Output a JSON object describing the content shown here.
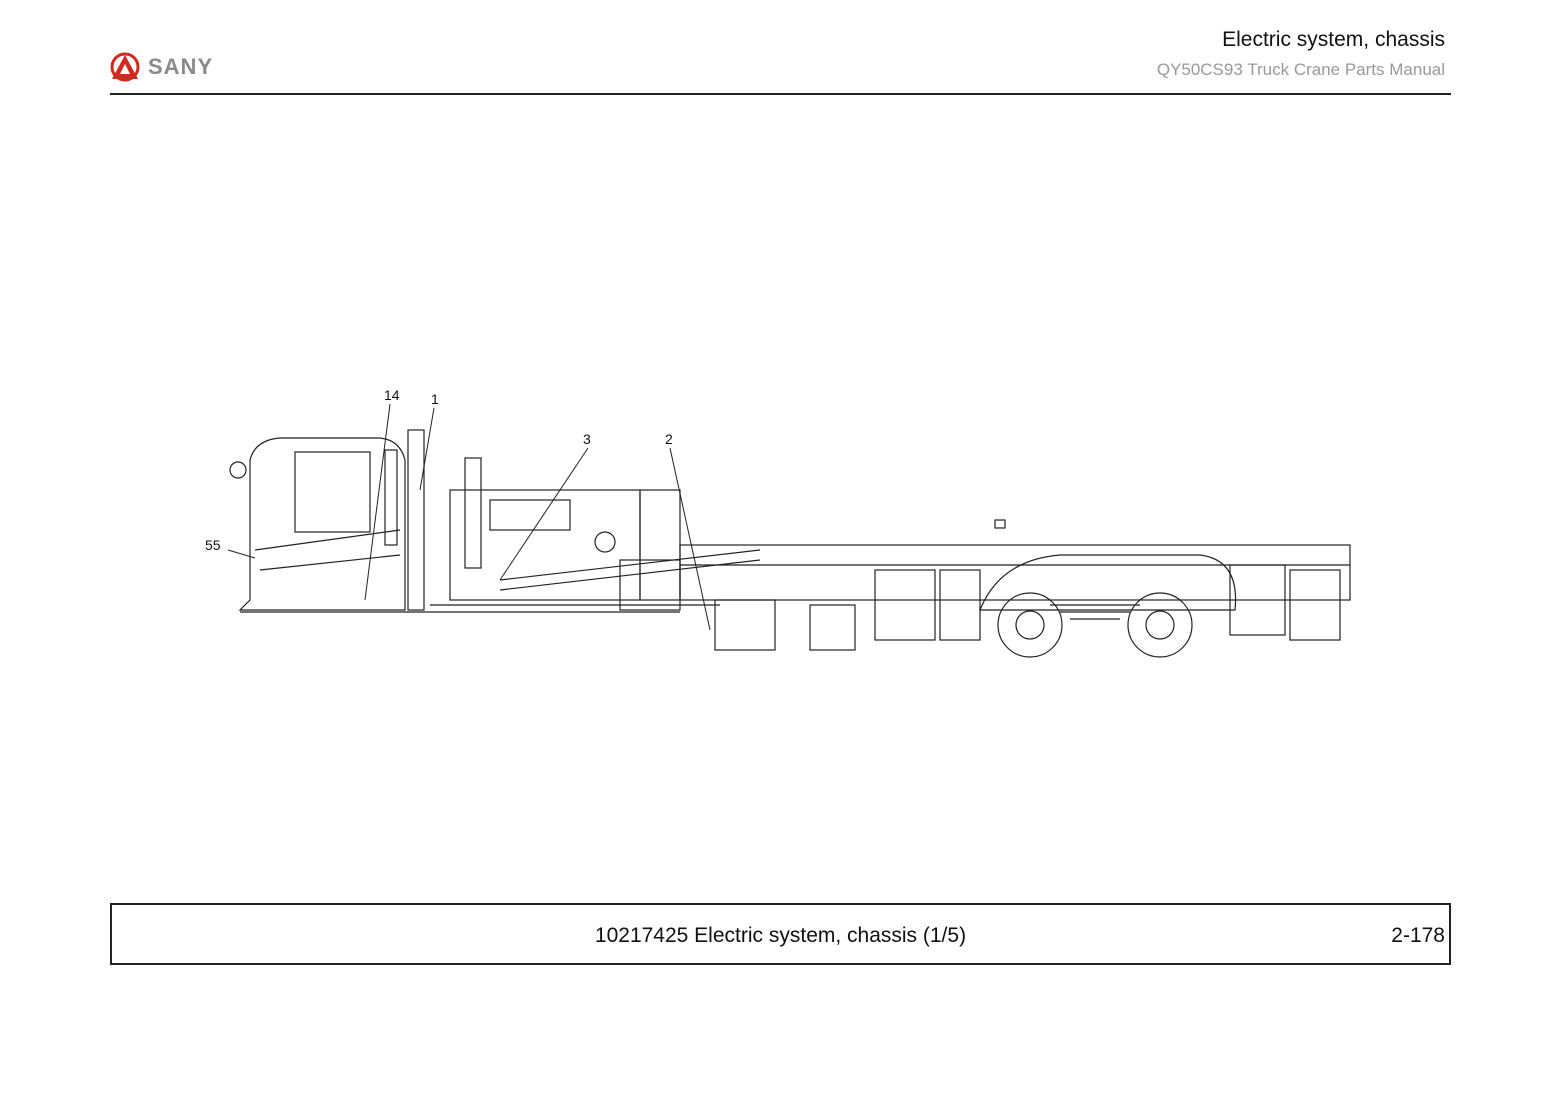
{
  "header": {
    "brand": "SANY",
    "title": "Electric system, chassis",
    "subtitle": "QY50CS93 Truck Crane  Parts Manual"
  },
  "drawing": {
    "callouts": [
      "14",
      "1",
      "3",
      "2",
      "55"
    ]
  },
  "footer": {
    "caption": "10217425 Electric system, chassis (1/5)",
    "page": "2-178"
  },
  "colors": {
    "brand_red": "#d22a1e",
    "text": "#111111",
    "subtitle": "#9a9a9a",
    "rule": "#222222"
  }
}
